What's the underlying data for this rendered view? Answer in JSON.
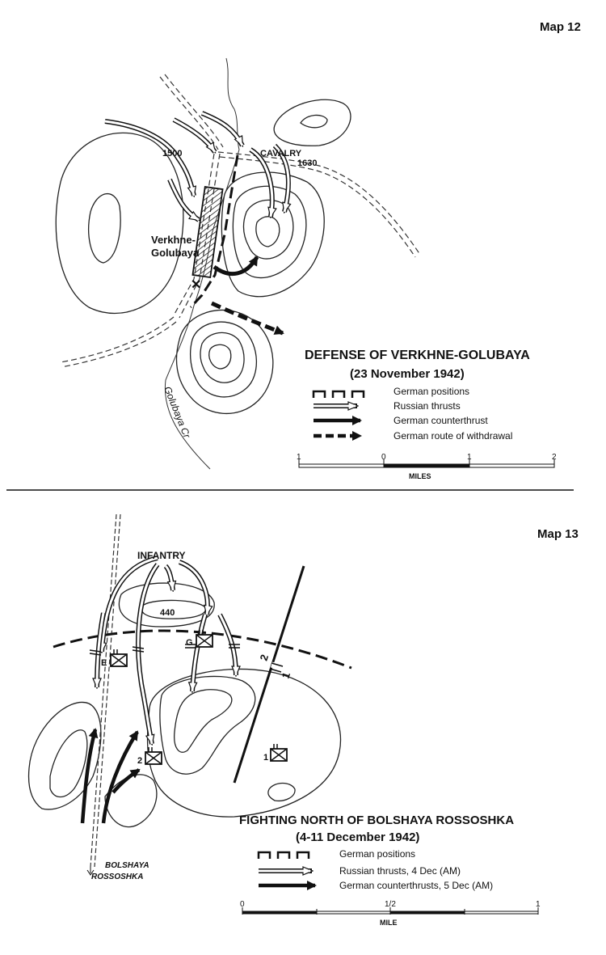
{
  "map12": {
    "map_number": "Map 12",
    "title": "DEFENSE OF VERKHNE-GOLUBAYA",
    "date": "(23 November 1942)",
    "labels": {
      "town_line1": "Verkhne-",
      "town_line2": "Golubaya",
      "creek": "Golubaya Cr",
      "cavalry": "CAVALRY",
      "time_1500": "1500",
      "time_1630": "1630"
    },
    "legend": [
      {
        "symbol": "positions-icon",
        "label": "German positions"
      },
      {
        "symbol": "thrust-icon",
        "label": "Russian thrusts"
      },
      {
        "symbol": "counterthrust-icon",
        "label": "German counterthrust"
      },
      {
        "symbol": "withdrawal-icon",
        "label": "German route of withdrawal"
      }
    ],
    "scale": {
      "ticks": [
        "1",
        "0",
        "1",
        "2"
      ],
      "unit": "MILES"
    }
  },
  "map13": {
    "map_number": "Map 13",
    "title": "FIGHTING NORTH OF BOLSHAYA ROSSOSHKA",
    "date": "(4-11 December 1942)",
    "labels": {
      "infantry": "INFANTRY",
      "hill": "440",
      "town_line1": "BOLSHAYA",
      "town_line2": "ROSSOSHKA",
      "boundary_top": "2",
      "boundary_bottom": "1",
      "unit_e": "E",
      "unit_g": "G",
      "unit_2": "2",
      "unit_1": "1"
    },
    "legend": [
      {
        "symbol": "positions-icon",
        "label": "German positions"
      },
      {
        "symbol": "thrust-icon",
        "label": "Russian thrusts, 4 Dec (AM)"
      },
      {
        "symbol": "counterthrust-icon",
        "label": "German counterthrusts, 5 Dec (AM)"
      }
    ],
    "scale": {
      "ticks": [
        "0",
        "1/2",
        "1"
      ],
      "unit": "MILE"
    }
  }
}
